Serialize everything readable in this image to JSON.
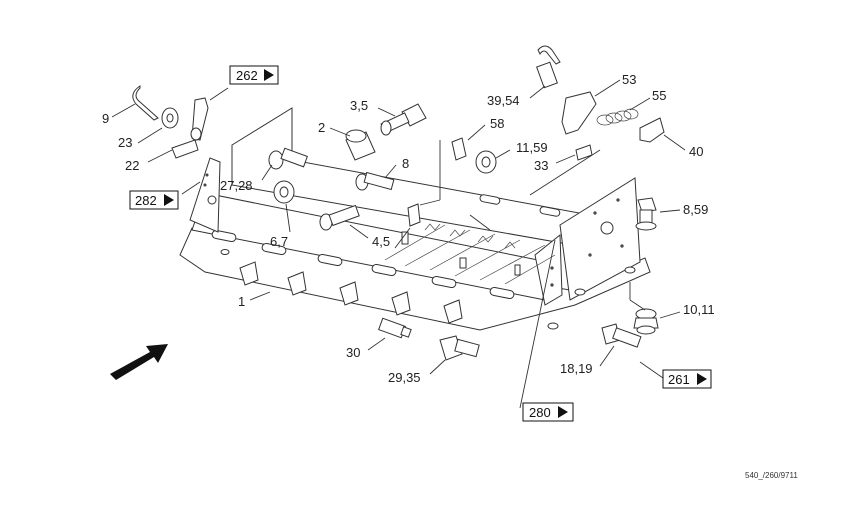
{
  "callouts": {
    "c9": "9",
    "c23": "23",
    "c22": "22",
    "c2": "2",
    "c3_5": "3,5",
    "c58": "58",
    "c8": "8",
    "c11_59": "11,59",
    "c33": "33",
    "c39_54": "39,54",
    "c53": "53",
    "c55": "55",
    "c40": "40",
    "c27_28": "27,28",
    "c6_7": "6,7",
    "c4_5": "4,5",
    "c8_59": "8,59",
    "c10_11": "10,11",
    "c1": "1",
    "c30": "30",
    "c29_35": "29,35",
    "c18_19": "18,19"
  },
  "refs": {
    "r262": "262",
    "r282": "282",
    "r261": "261",
    "r280": "280"
  },
  "footer": "540_/260/9711"
}
